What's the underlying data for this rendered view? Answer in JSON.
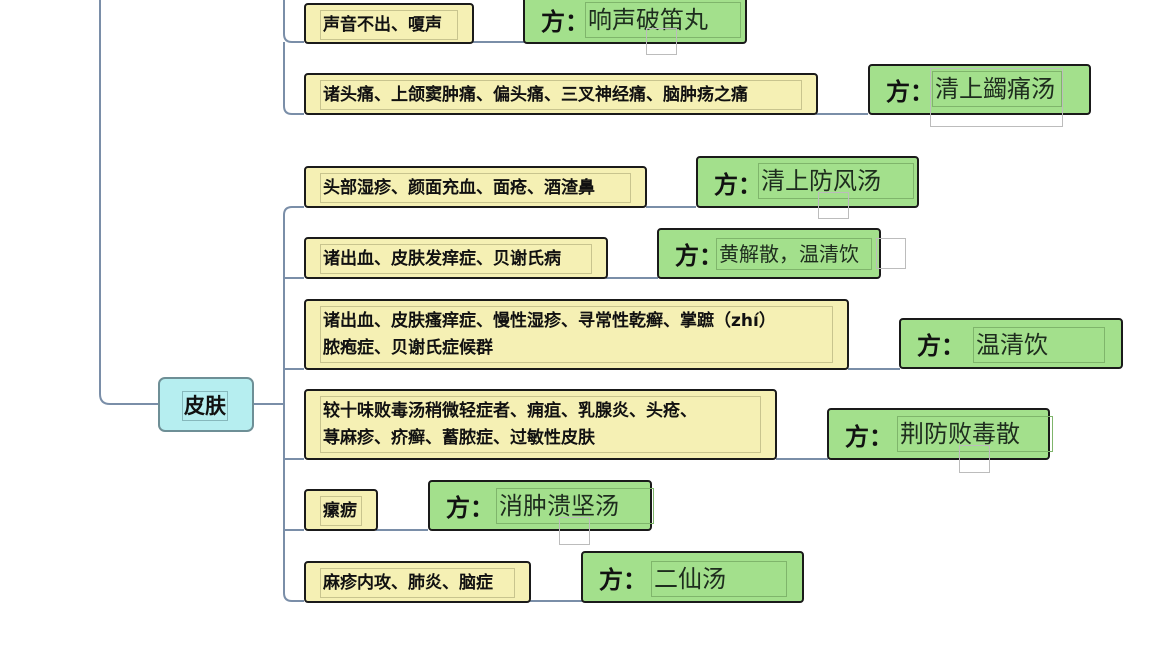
{
  "root": {
    "label": "皮肤"
  },
  "colors": {
    "connector": "#7a8ea8",
    "condition_fill": "#f5f0b4",
    "formula_fill": "#a3e08c",
    "root_fill": "#b6eef0"
  },
  "formula_prefix": "方：",
  "branches": [
    {
      "condition": "声音不出、嗄声",
      "formula": "响声破笛丸"
    },
    {
      "condition": "诸头痛、上颌窦肿痛、偏头痛、三叉神经痛、脑肿疡之痛",
      "formula": "清上蠲痛汤"
    },
    {
      "condition": "头部湿疹、颜面充血、面疮、酒渣鼻",
      "formula": "清上防风汤"
    },
    {
      "condition": "诸出血、皮肤发痒症、贝谢氏病",
      "formula": "黄解散，温清饮"
    },
    {
      "condition_lines": [
        "诸出血、皮肤瘙痒症、慢性湿疹、寻常性乾癣、掌蹠（zhí）",
        "脓疱症、贝谢氏症候群"
      ],
      "formula": "温清饮"
    },
    {
      "condition_lines": [
        "较十味败毒汤稍微轻症者、痈疽、乳腺炎、头疮、",
        "荨麻疹、疥癣、蓄脓症、过敏性皮肤"
      ],
      "formula": "荆防败毒散"
    },
    {
      "condition": "瘰疬",
      "formula": "消肿溃坚汤"
    },
    {
      "condition": "麻疹内攻、肺炎、脑症",
      "formula": "二仙汤"
    }
  ]
}
